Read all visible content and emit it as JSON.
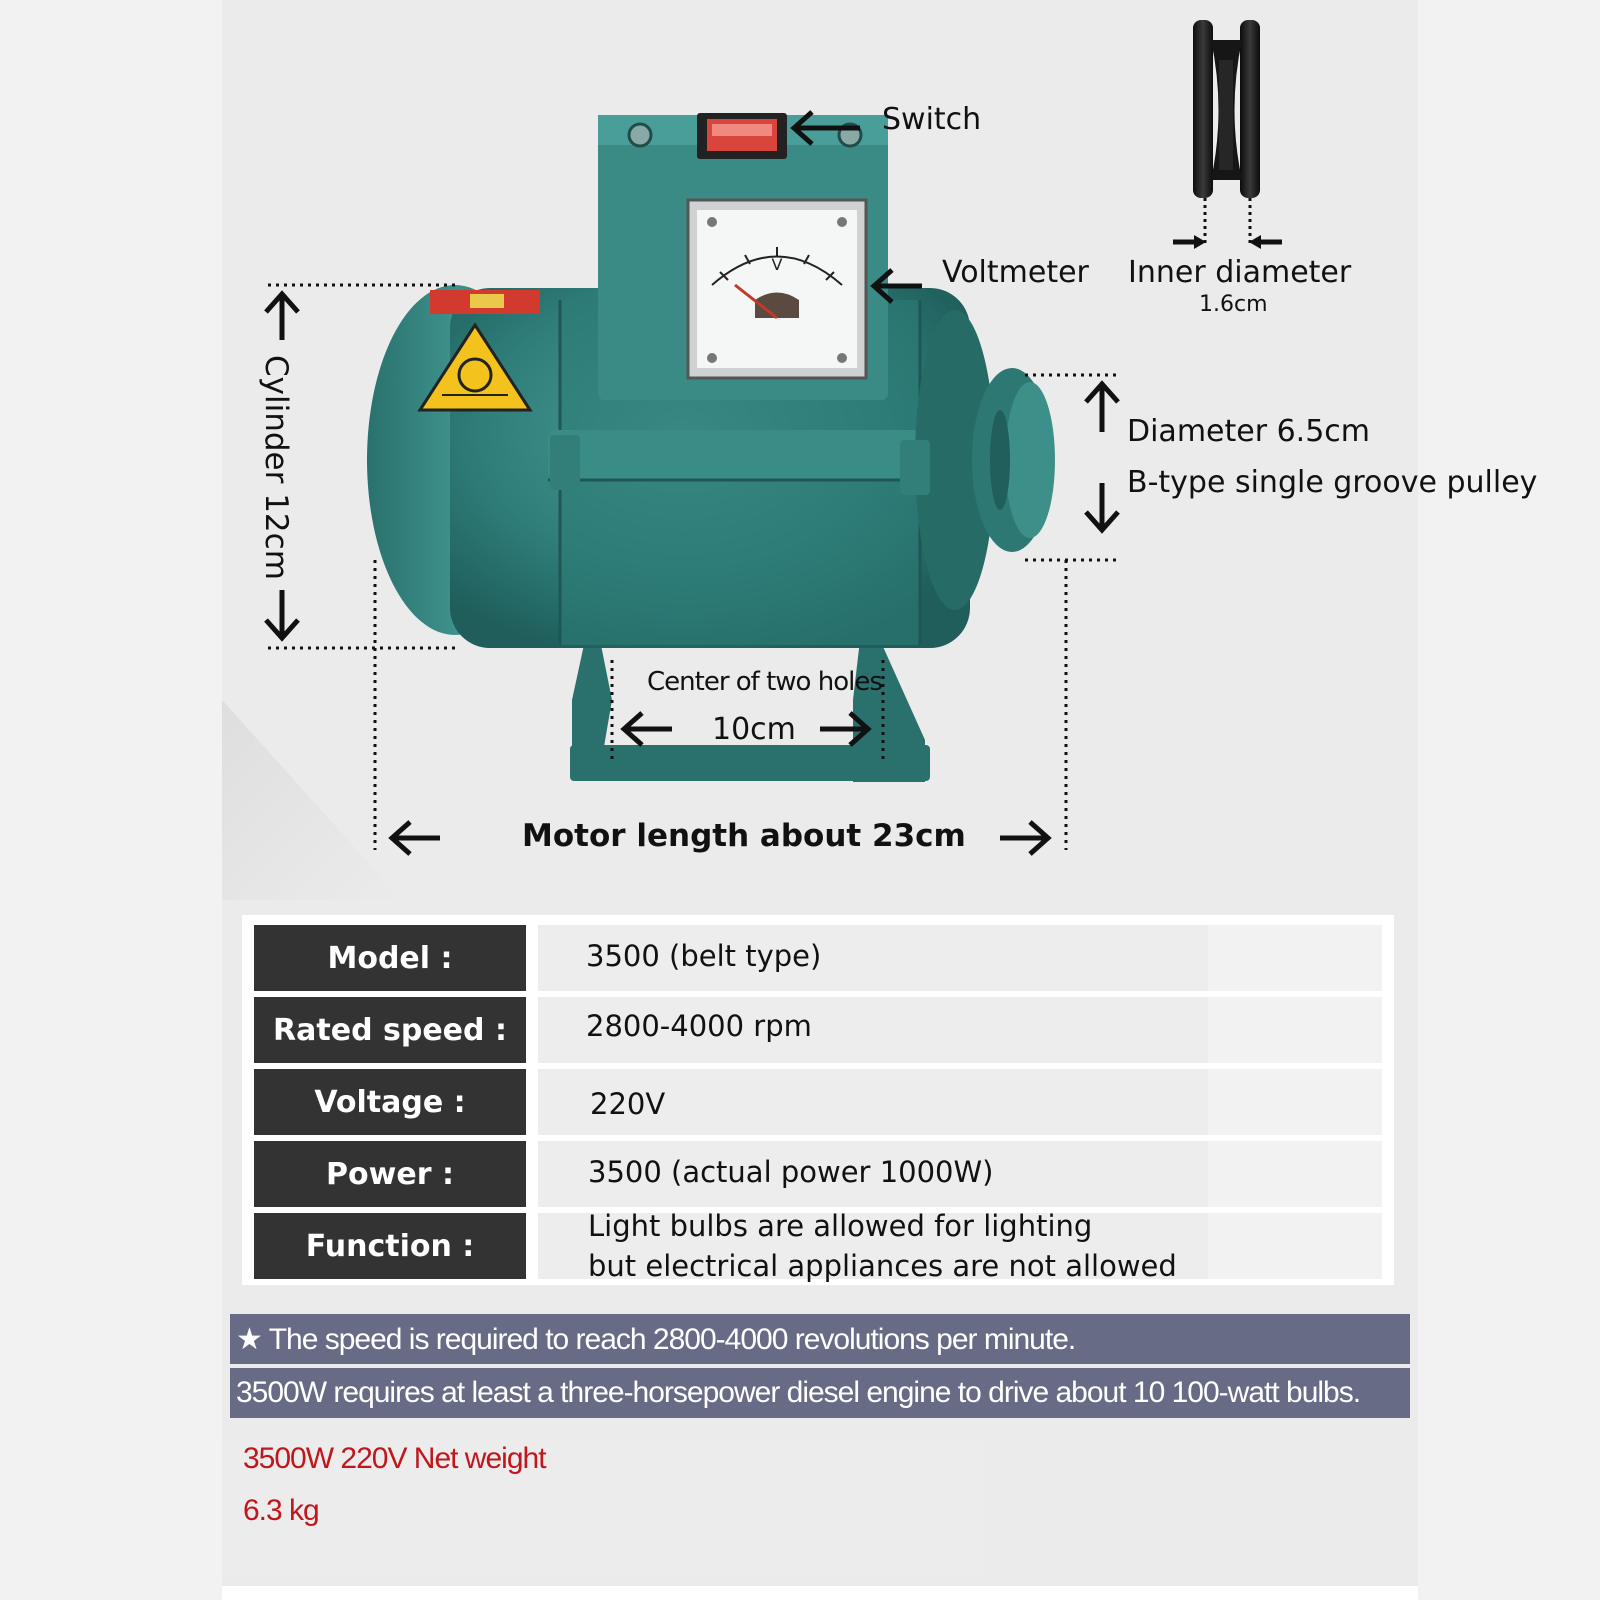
{
  "labels": {
    "switch": "Switch",
    "voltmeter": "Voltmeter",
    "inner_diameter": "Inner diameter",
    "inner_diameter_value": "1.6cm",
    "diameter": "Diameter 6.5cm",
    "pulley_type": "B-type single groove pulley",
    "cylinder": "Cylinder 12cm",
    "holes_center": "Center of two holes",
    "holes_distance": "10cm",
    "motor_length": "Motor length about 23cm",
    "meter_letter": "V"
  },
  "colors": {
    "motor_body": "#2f7e7a",
    "table_key_bg": "#333333",
    "note_bg": "#676b86",
    "weight_text": "#c0161c"
  },
  "icons": [
    "arrow-left-icon",
    "arrow-right-icon",
    "arrow-up-icon",
    "arrow-down-icon",
    "warning-triangle-icon"
  ],
  "spec": [
    {
      "key": "Model :",
      "value": "3500 (belt type)"
    },
    {
      "key": "Rated speed :",
      "value": "2800-4000 rpm"
    },
    {
      "key": "Voltage :",
      "value": "220V"
    },
    {
      "key": "Power :",
      "value": "3500  (actual power 1000W)"
    },
    {
      "key": "Function :",
      "value_line1": "Light bulbs are allowed for lighting",
      "value_line2": "but electrical appliances are not allowed"
    }
  ],
  "notes": [
    "★ The speed is required to reach 2800-4000 revolutions per minute.",
    "3500W requires at least a three-horsepower diesel engine to drive about 10 100-watt bulbs."
  ],
  "weight": {
    "line1": "3500W 220V Net weight",
    "line2": "6.3 kg"
  }
}
